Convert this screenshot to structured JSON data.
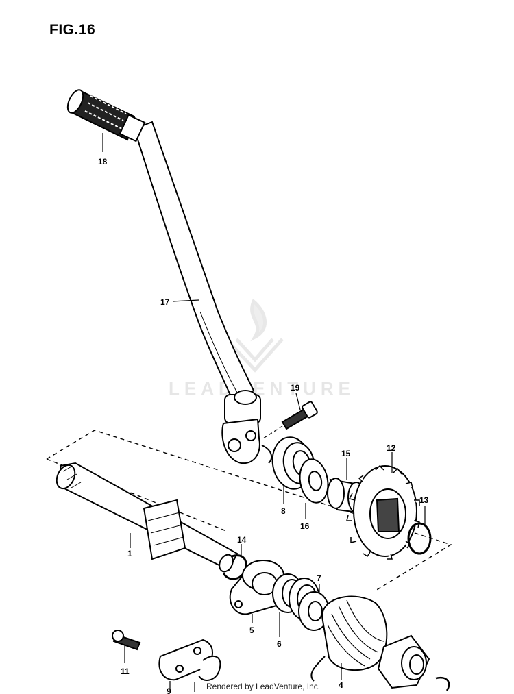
{
  "figure": {
    "title": "FIG.16"
  },
  "watermark": {
    "text": "LEADVENTURE"
  },
  "footer": {
    "text": "Rendered by LeadVenture, Inc."
  },
  "callouts": [
    {
      "id": "1",
      "label": "1"
    },
    {
      "id": "4",
      "label": "4"
    },
    {
      "id": "5",
      "label": "5"
    },
    {
      "id": "6",
      "label": "6"
    },
    {
      "id": "7",
      "label": "7"
    },
    {
      "id": "8",
      "label": "8"
    },
    {
      "id": "9",
      "label": "9"
    },
    {
      "id": "11",
      "label": "11"
    },
    {
      "id": "12",
      "label": "12"
    },
    {
      "id": "13",
      "label": "13"
    },
    {
      "id": "14",
      "label": "14"
    },
    {
      "id": "15",
      "label": "15"
    },
    {
      "id": "16",
      "label": "16"
    },
    {
      "id": "17",
      "label": "17"
    },
    {
      "id": "18",
      "label": "18"
    },
    {
      "id": "19",
      "label": "19"
    }
  ]
}
